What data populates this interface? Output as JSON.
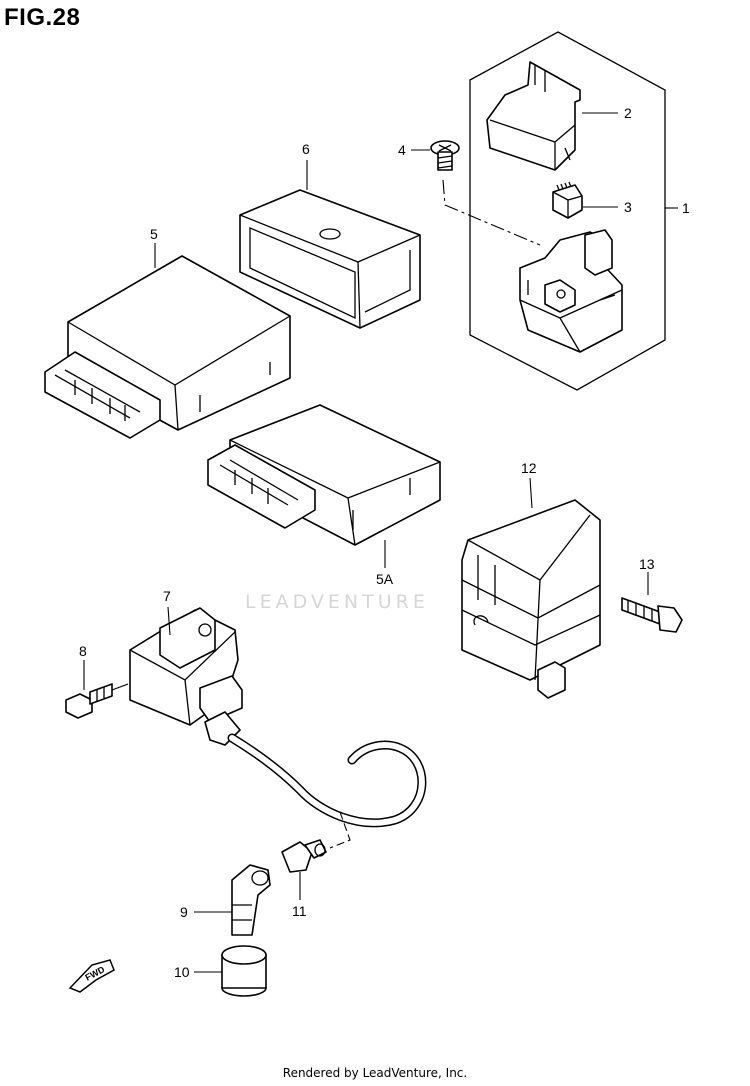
{
  "figure": {
    "title": "FIG.28"
  },
  "parts": [
    {
      "id": "p1",
      "label": "1"
    },
    {
      "id": "p2",
      "label": "2"
    },
    {
      "id": "p3",
      "label": "3"
    },
    {
      "id": "p4",
      "label": "4"
    },
    {
      "id": "p5",
      "label": "5"
    },
    {
      "id": "p5a",
      "label": "5A"
    },
    {
      "id": "p6",
      "label": "6"
    },
    {
      "id": "p7",
      "label": "7"
    },
    {
      "id": "p8",
      "label": "8"
    },
    {
      "id": "p9",
      "label": "9"
    },
    {
      "id": "p10",
      "label": "10"
    },
    {
      "id": "p11",
      "label": "11"
    },
    {
      "id": "p12",
      "label": "12"
    },
    {
      "id": "p13",
      "label": "13"
    }
  ],
  "badge": {
    "fwd": "FWD"
  },
  "watermark": "LEADVENTURE",
  "footer": {
    "credit": "Rendered by LeadVenture, Inc."
  }
}
